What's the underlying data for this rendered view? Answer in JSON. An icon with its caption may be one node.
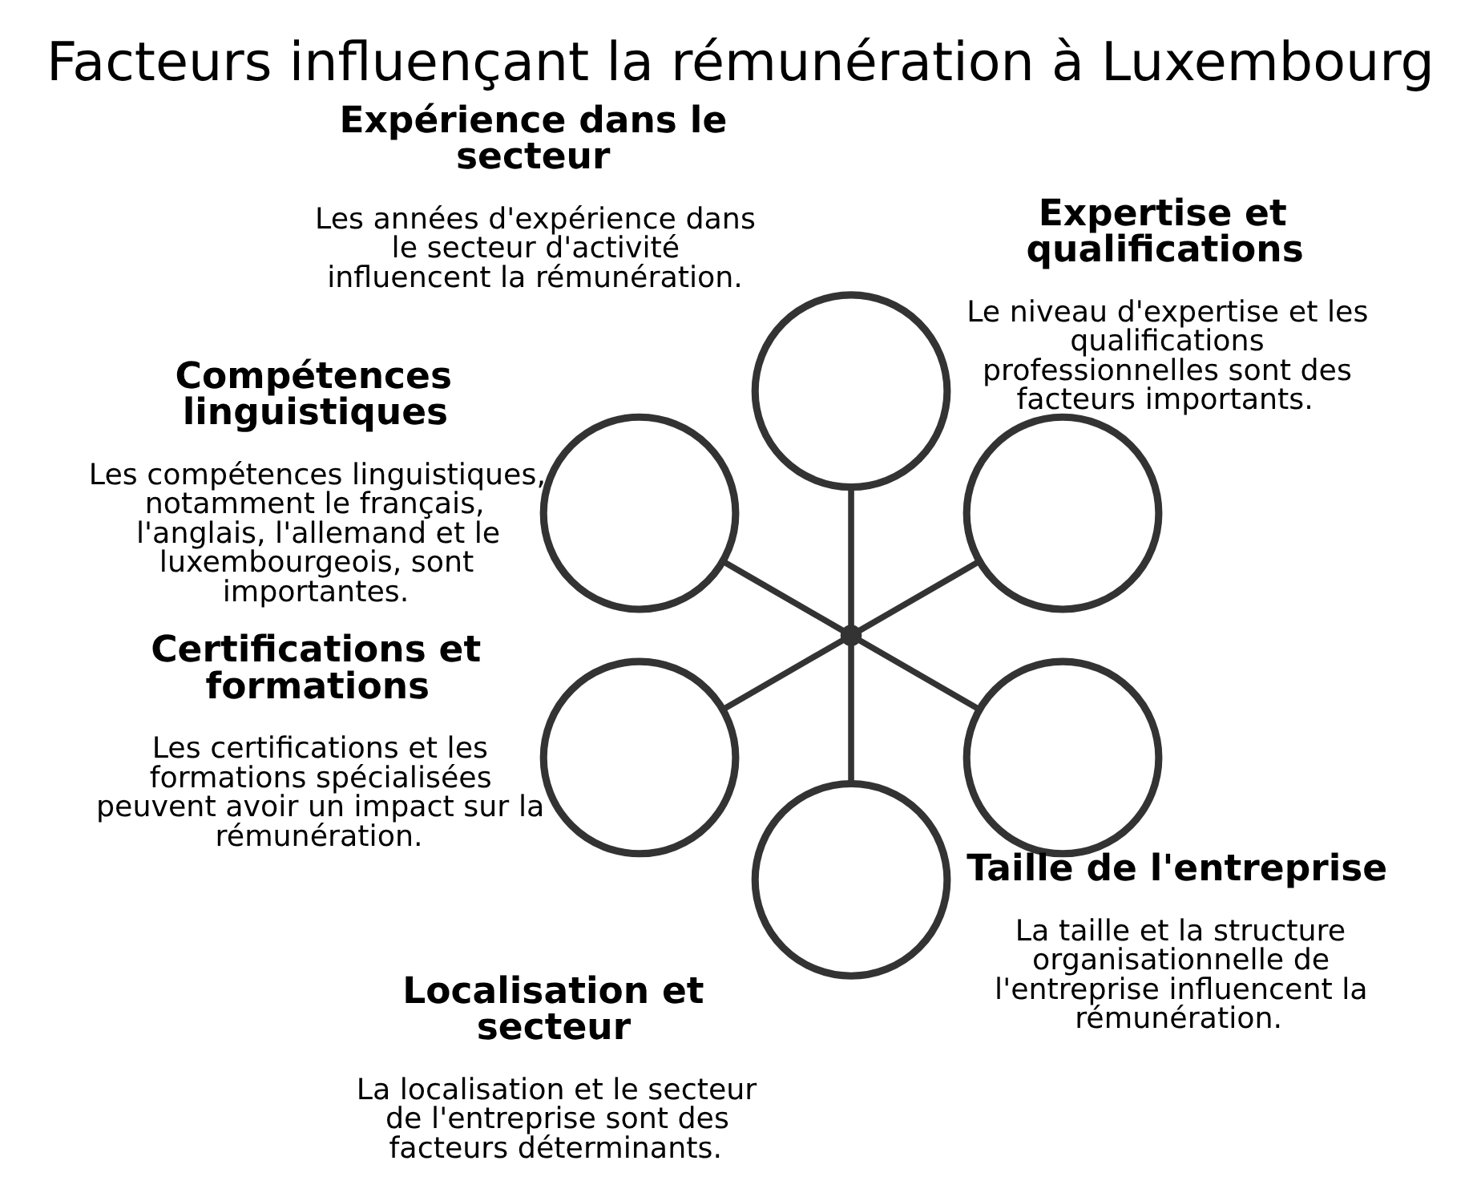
{
  "diagram": {
    "title": "Facteurs influençant la rémunération à Luxembourg",
    "nodes": [
      {
        "text": [],
        "shape": "circle",
        "beside": [
          "Expertise et qualifications",
          "Le niveau d'expertise et les qualifications professionnelles sont des facteurs importants."
        ]
      },
      {
        "text": [],
        "shape": "circle",
        "beside": [
          "Expérience dans le secteur",
          "Les années d'expérience dans le secteur d'activité influencent la rémunération."
        ]
      },
      {
        "text": [],
        "shape": "circle",
        "beside": [
          "Compétences linguistiques",
          "Les compétences linguistiques, notamment le français, l'anglais, l'allemand et le luxembourgeois, sont importantes."
        ]
      },
      {
        "text": [],
        "shape": "circle",
        "beside": [
          "Certifications et formations",
          "Les certifications et les formations spécialisées peuvent avoir un impact sur la rémunération."
        ]
      },
      {
        "text": [],
        "shape": "circle",
        "beside": [
          "Localisation et secteur",
          "La localisation et le secteur de l'entreprise sont des facteurs déterminants."
        ]
      },
      {
        "text": [],
        "shape": "circle",
        "beside": [
          "Taille de l'entreprise",
          "La taille et la structure organisationnelle de l'entreprise influencent la rémunération."
        ]
      },
      {
        "text": [],
        "shape": "point"
      }
    ],
    "edges": [
      {
        "from": 6,
        "to": 0,
        "arrow": "none"
      },
      {
        "from": 6,
        "to": 1,
        "arrow": "none"
      },
      {
        "from": 6,
        "to": 2,
        "arrow": "none"
      },
      {
        "from": 6,
        "to": 3,
        "arrow": "none"
      },
      {
        "from": 6,
        "to": 4,
        "arrow": "none"
      },
      {
        "from": 6,
        "to": 5,
        "arrow": "none"
      }
    ]
  }
}
